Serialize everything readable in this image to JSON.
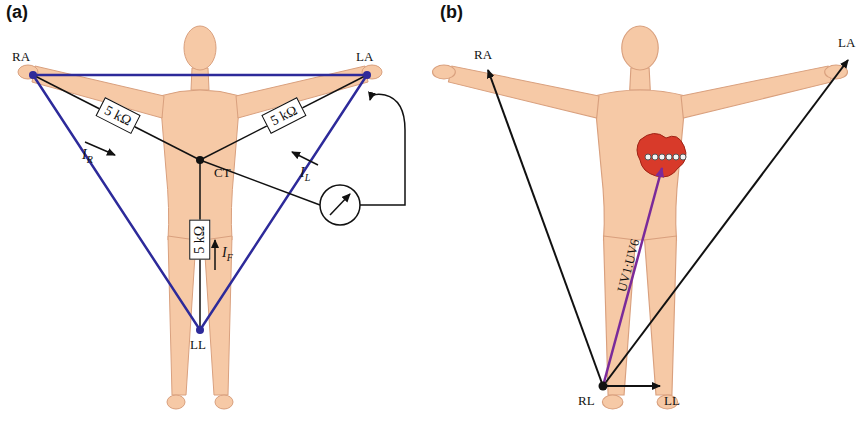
{
  "diagram": {
    "nodes": [
      {
        "text": [
          "5 kΩ"
        ]
      },
      {
        "text": [
          "5 kΩ"
        ]
      },
      {
        "text": [
          "5 kΩ"
        ]
      }
    ],
    "labels": [
      "(a)",
      "RA",
      "LA",
      "IR",
      "IL",
      "CT",
      "IF",
      "LL",
      "(b)",
      "RA",
      "LA",
      "UV1:UV6",
      "RL",
      "LL"
    ]
  }
}
